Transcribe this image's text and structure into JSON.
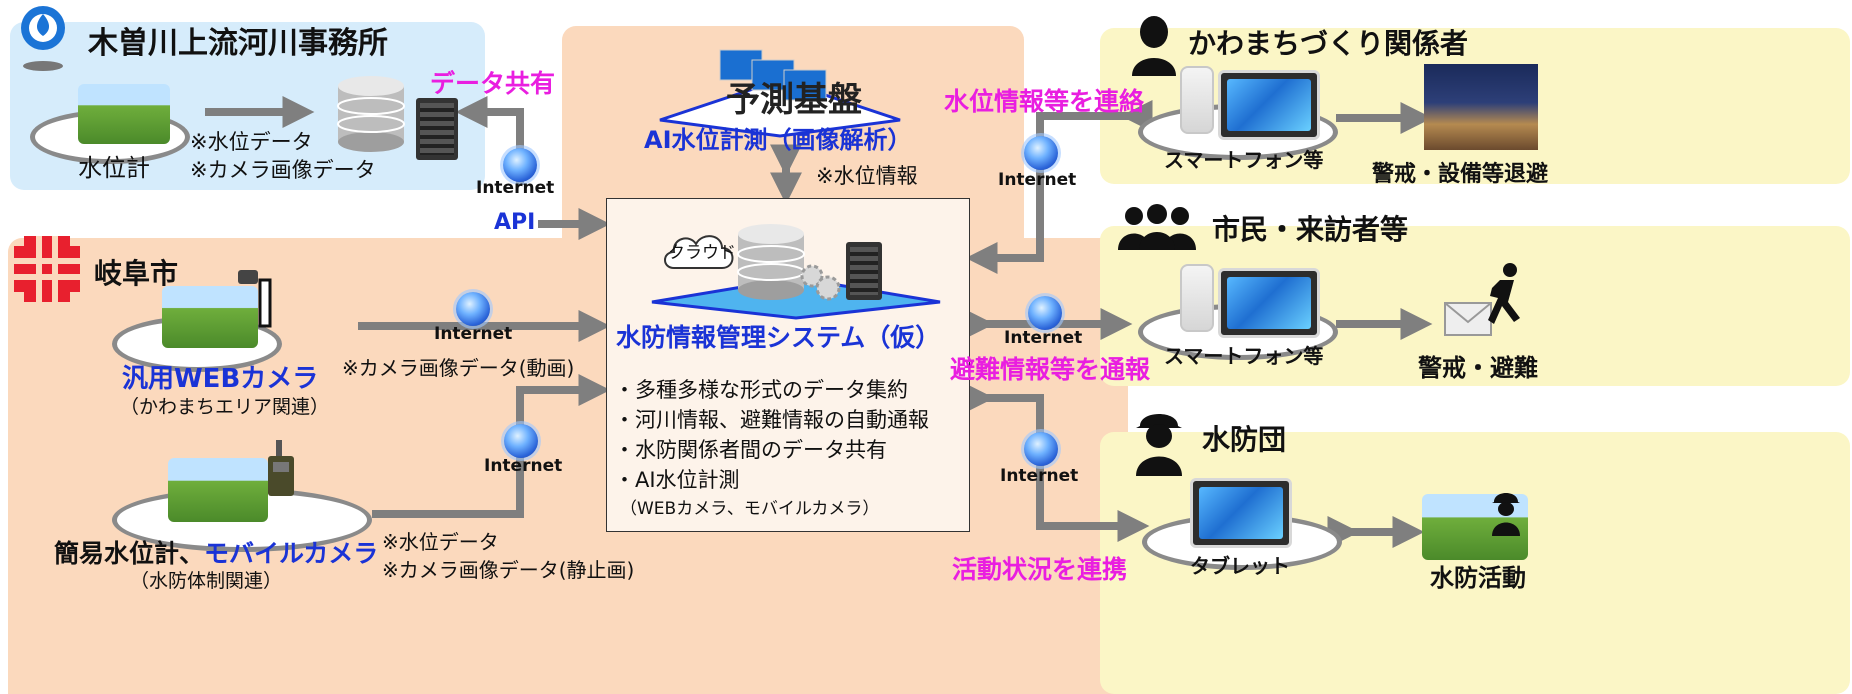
{
  "kiso": {
    "title": "木曽川上流河川事務所",
    "data_share": "データ共有",
    "gauge_label": "水位計",
    "note_water": "※水位データ",
    "note_camera": "※カメラ画像データ"
  },
  "center": {
    "yosoku_title": "予測基盤",
    "ai_label": "AI水位計測（画像解析）",
    "water_info": "※水位情報",
    "internet_top": "Internet",
    "api": "API",
    "cloud": "クラウド",
    "system_name": "水防情報管理システム（仮）",
    "features": [
      "・多種多様な形式のデータ集約",
      "・河川情報、避難情報の自動通報",
      "・水防関係者間のデータ共有",
      "・AI水位計測"
    ],
    "feature_sub": "（WEBカメラ、モバイルカメラ）"
  },
  "gifu": {
    "title": "岐阜市",
    "webcam_name": "汎用WEBカメラ",
    "webcam_sub": "（かわまちエリア関連）",
    "webcam_internet": "Internet",
    "webcam_note": "※カメラ画像データ(動画)",
    "mobile_name_a": "簡易水位計、",
    "mobile_name_b": "モバイルカメラ",
    "mobile_sub": "（水防体制関連）",
    "mobile_internet": "Internet",
    "mobile_note_water": "※水位データ",
    "mobile_note_camera": "※カメラ画像データ(静止画)"
  },
  "right": {
    "r1_title": "かわまちづくり関係者",
    "r1_link": "水位情報等を連絡",
    "r1_internet": "Internet",
    "r1_device": "スマートフォン等",
    "r1_action": "警戒・設備等退避",
    "r2_title": "市民・来訪者等",
    "r2_link": "避難情報等を通報",
    "r2_internet": "Internet",
    "r2_device": "スマートフォン等",
    "r2_action": "警戒・避難",
    "r3_title": "水防団",
    "r3_link": "活動状況を連携",
    "r3_internet": "Internet",
    "r3_device": "タブレット",
    "r3_action": "水防活動"
  },
  "colors": {
    "kiso_panel": "#d6ecfb",
    "gifu_panel": "#fbd9bd",
    "right_panel": "#fbf6c6",
    "arrow": "#7f7f7f",
    "blue_text": "#1a33d6",
    "magenta_text": "#e91ee0",
    "gifu_mark": "#e8202e"
  }
}
